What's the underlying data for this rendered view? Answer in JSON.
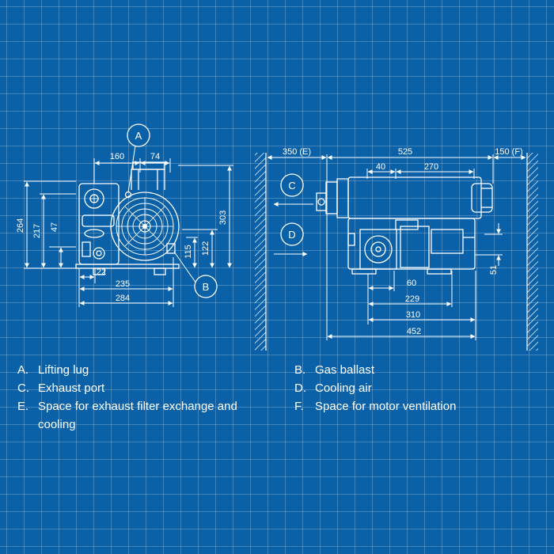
{
  "side_view": {
    "dims": {
      "top_160": "160",
      "top_74": "74",
      "left_264": "264",
      "left_217": "217",
      "left_47": "47",
      "right_303": "303",
      "right_122": "122",
      "right_115": "115",
      "bottom_22": "22",
      "bottom_235": "235",
      "bottom_284": "284"
    },
    "callouts": {
      "a": "A",
      "b": "B"
    }
  },
  "front_view": {
    "dims": {
      "space_e": "350 (E)",
      "length_525": "525",
      "space_f": "150 (F)",
      "top_40": "40",
      "top_270": "270",
      "right_51": "51",
      "bottom_60": "60",
      "bottom_229": "229",
      "bottom_310": "310",
      "bottom_452": "452"
    },
    "callouts": {
      "c": "C",
      "d": "D"
    }
  },
  "legend": {
    "left": [
      {
        "key": "A.",
        "text": "Lifting lug"
      },
      {
        "key": "C.",
        "text": "Exhaust port"
      },
      {
        "key": "E.",
        "text": "Space for exhaust filter exchange and cooling"
      }
    ],
    "right": [
      {
        "key": "B.",
        "text": "Gas ballast"
      },
      {
        "key": "D.",
        "text": "Cooling air"
      },
      {
        "key": "F.",
        "text": "Space for motor ventilation"
      }
    ]
  }
}
